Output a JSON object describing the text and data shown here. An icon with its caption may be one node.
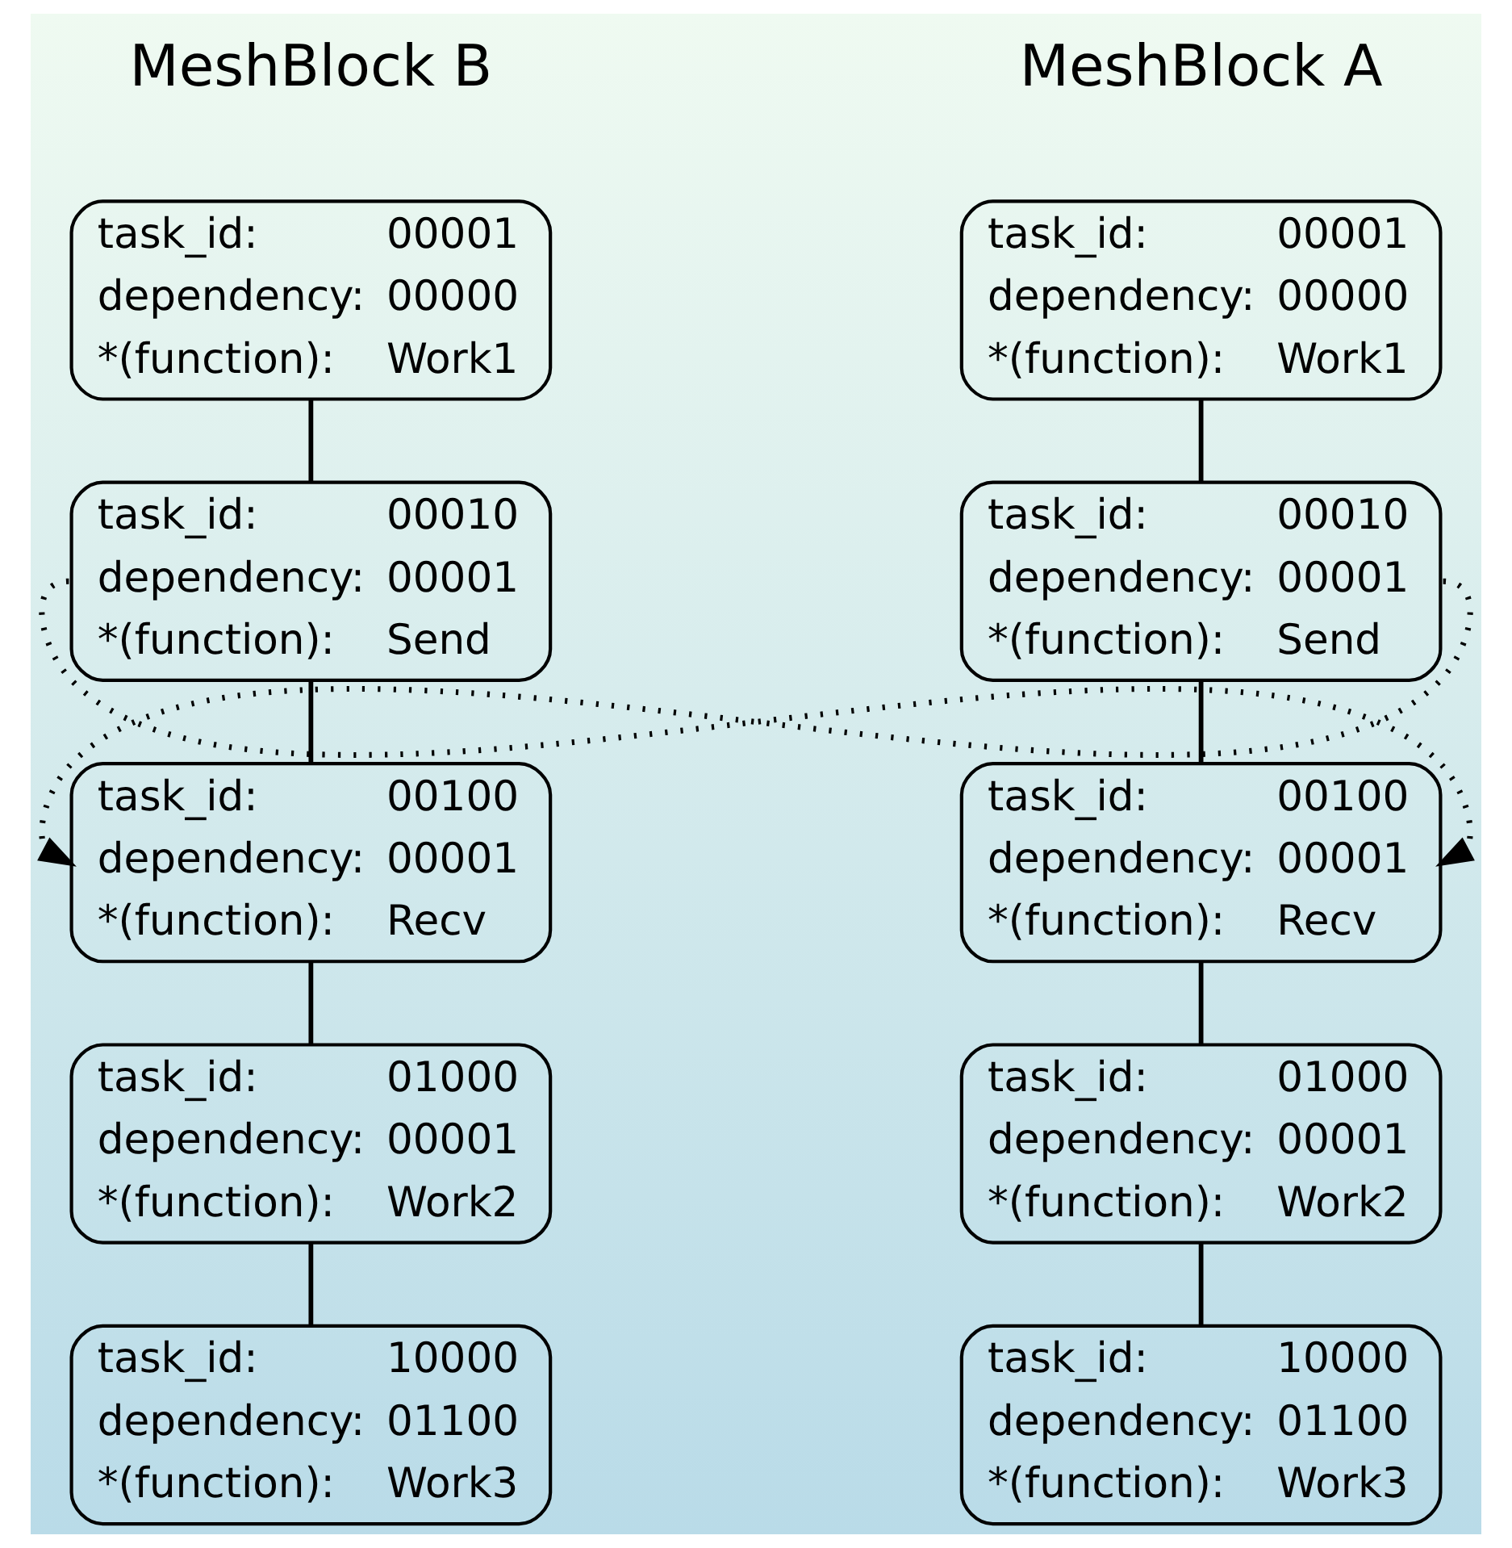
{
  "diagram": {
    "nodes": [
      {
        "text": [
          "task_id:",
          "00001",
          "dependency:",
          "00000",
          "*(function):",
          "Work1"
        ]
      },
      {
        "text": [
          "task_id:",
          "00010",
          "dependency:",
          "00001",
          "*(function):",
          "Send"
        ]
      },
      {
        "text": [
          "task_id:",
          "00100",
          "dependency:",
          "00001",
          "*(function):",
          "Recv"
        ]
      },
      {
        "text": [
          "task_id:",
          "01000",
          "dependency:",
          "00001",
          "*(function):",
          "Work2"
        ]
      },
      {
        "text": [
          "task_id:",
          "10000",
          "dependency:",
          "01100",
          "*(function):",
          "Work3"
        ]
      },
      {
        "text": [
          "task_id:",
          "00001",
          "dependency:",
          "00000",
          "*(function):",
          "Work1"
        ]
      },
      {
        "text": [
          "task_id:",
          "00010",
          "dependency:",
          "00001",
          "*(function):",
          "Send"
        ]
      },
      {
        "text": [
          "task_id:",
          "00100",
          "dependency:",
          "00001",
          "*(function):",
          "Recv"
        ]
      },
      {
        "text": [
          "task_id:",
          "01000",
          "dependency:",
          "00001",
          "*(function):",
          "Work2"
        ]
      },
      {
        "text": [
          "task_id:",
          "10000",
          "dependency:",
          "01100",
          "*(function):",
          "Work3"
        ]
      }
    ],
    "edges": [
      {
        "from": 0,
        "to": 1,
        "arrow": "none"
      },
      {
        "from": 1,
        "to": 2,
        "arrow": "none"
      },
      {
        "from": 2,
        "to": 3,
        "arrow": "none"
      },
      {
        "from": 3,
        "to": 4,
        "arrow": "none"
      },
      {
        "from": 5,
        "to": 6,
        "arrow": "none"
      },
      {
        "from": 6,
        "to": 7,
        "arrow": "none"
      },
      {
        "from": 7,
        "to": 8,
        "arrow": "none"
      },
      {
        "from": 8,
        "to": 9,
        "arrow": "none"
      },
      {
        "from": 1,
        "to": 7,
        "arrow": "to",
        "style": "dashed"
      },
      {
        "from": 6,
        "to": 2,
        "arrow": "to",
        "style": "dashed"
      }
    ],
    "labels": [
      "MeshBlock A",
      "MeshBlock B"
    ]
  }
}
